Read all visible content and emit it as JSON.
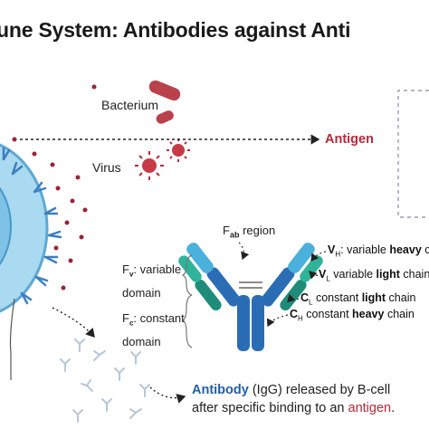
{
  "title": "une System: Antibodies against Anti",
  "labels": {
    "bacterium": "Bacterium",
    "virus": "Virus",
    "antigen": "Antigen"
  },
  "fab": {
    "prefix": "F",
    "sub": "ab",
    "rest": " region"
  },
  "fv": {
    "prefix": "F",
    "sub": "v",
    "rest": ": variable",
    "line2": "domain"
  },
  "fc": {
    "prefix": "F",
    "sub": "c",
    "rest": ": constant",
    "line2": "domain"
  },
  "chains": {
    "vh": {
      "prefix": "V",
      "sub": "H",
      "pre": ": variable ",
      "bold": "heavy",
      "post": " ch"
    },
    "vl": {
      "prefix": "V",
      "sub": "L",
      "pre": " variable ",
      "bold": "light",
      "post": " chain"
    },
    "cl": {
      "prefix": "C",
      "sub": "L",
      "pre": " constant ",
      "bold": "light",
      "post": " chain"
    },
    "ch": {
      "prefix": "C",
      "sub": "H",
      "pre": " constant ",
      "bold": "heavy",
      "post": " chain"
    }
  },
  "caption": {
    "antibody": "Antibody",
    "line1_rest": " (IgG) released by B-cell",
    "line2_pre": "after specific binding to an ",
    "line2_antigen": "antigen",
    "line2_end": "."
  },
  "colors": {
    "heavy": "#2a6db5",
    "light": "#1f8c7a",
    "variable_heavy": "#4ab0dc",
    "variable_light": "#2fb39a",
    "antigen": "#b8283a",
    "cell": "#8fcdea"
  }
}
